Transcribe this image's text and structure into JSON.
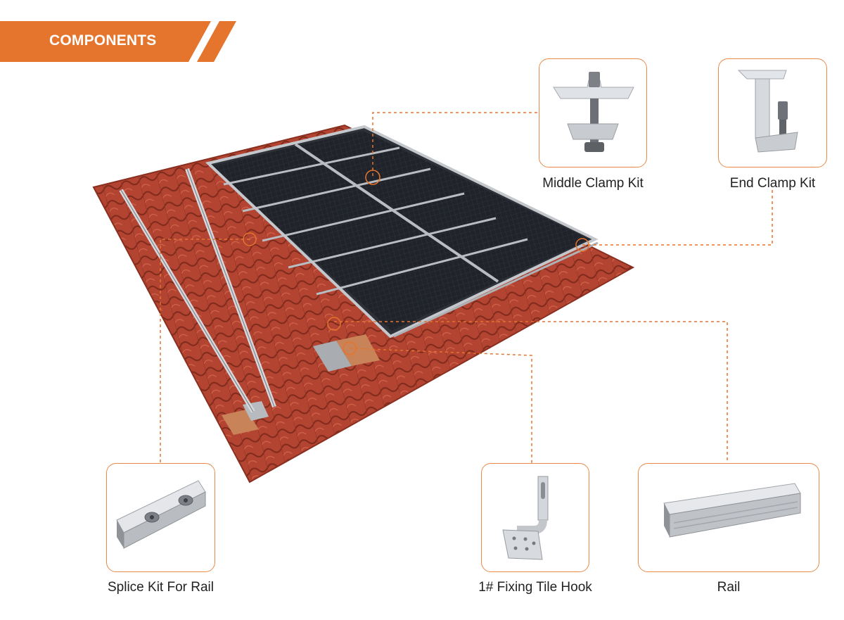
{
  "header": {
    "title": "COMPONENTS",
    "accent_color": "#e5742d"
  },
  "diagram": {
    "callout_color": "#e5742d",
    "roof_tile_color": "#b5452f",
    "panel_color": "#1b1d22",
    "components": [
      {
        "id": "middle-clamp",
        "label": "Middle Clamp Kit",
        "icon": "middle-clamp-icon"
      },
      {
        "id": "end-clamp",
        "label": "End Clamp Kit",
        "icon": "end-clamp-icon"
      },
      {
        "id": "splice-kit",
        "label": "Splice Kit For Rail",
        "icon": "splice-kit-icon"
      },
      {
        "id": "tile-hook",
        "label": "1# Fixing Tile Hook",
        "icon": "tile-hook-icon"
      },
      {
        "id": "rail",
        "label": "Rail",
        "icon": "rail-icon"
      }
    ]
  }
}
